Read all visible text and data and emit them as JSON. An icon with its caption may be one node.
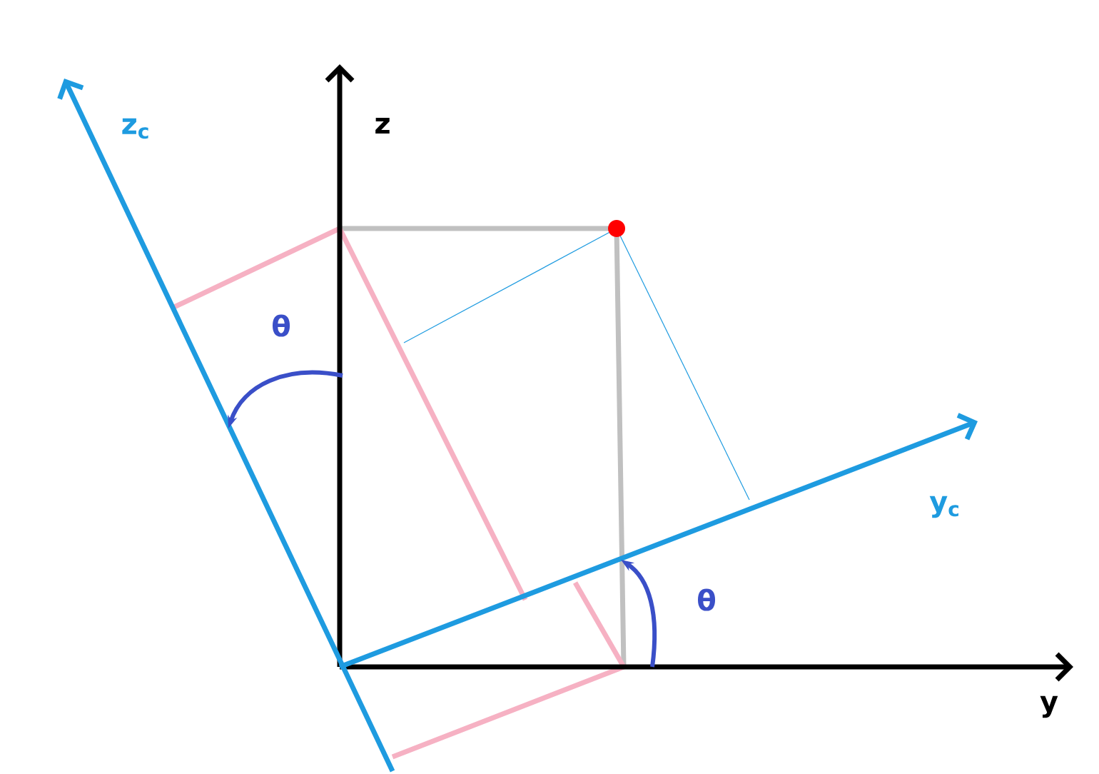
{
  "diagram": {
    "labels": [
      "z$_{c}$",
      "z",
      "θ",
      "y$_{c}$",
      "θ",
      "y"
    ]
  }
}
